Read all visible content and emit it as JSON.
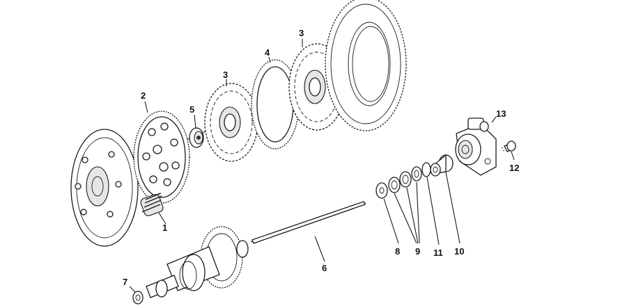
{
  "callouts": {
    "c1": "1",
    "c2": "2",
    "c3a": "3",
    "c3b": "3",
    "c4": "4",
    "c5": "5",
    "c6": "6",
    "c7": "7",
    "c8": "8",
    "c9": "9",
    "c10": "10",
    "c11": "11",
    "c12": "12",
    "c13": "13"
  },
  "colors": {
    "line": "#1a1a1a",
    "background": "#ffffff"
  }
}
